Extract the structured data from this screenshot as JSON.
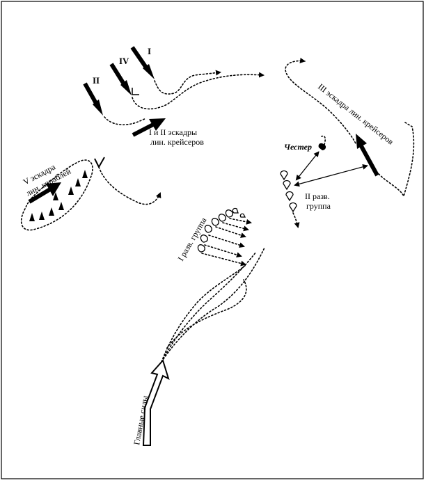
{
  "labels": {
    "sq1": "I",
    "sq2": "II",
    "sq4": "IV",
    "lc12_line1": "I и II эскадры",
    "lc12_line2": "лин. крейсеров",
    "lc3": "III эскадра лин. крейсеров",
    "bs5_line1": "V эскадра",
    "bs5_line2": "лин. кораблей",
    "chester": "Честер",
    "recon2_line1": "II разв.",
    "recon2_line2": "группа",
    "recon1": "I разв. группа",
    "main": "Главные силы"
  }
}
